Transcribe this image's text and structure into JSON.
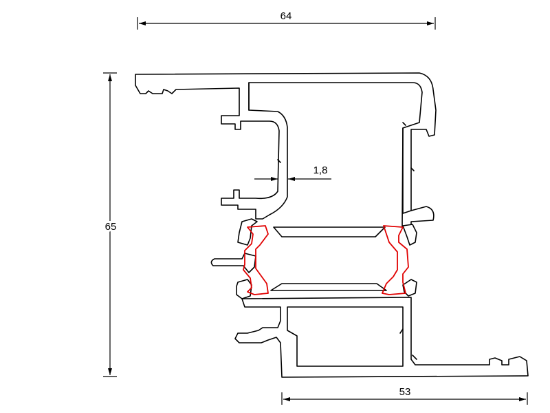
{
  "dimensions": {
    "overall_width": "64",
    "overall_height": "65",
    "wall_thickness": "1,8",
    "bottom_width": "53"
  },
  "colors": {
    "profile_stroke": "#000000",
    "thermal_break": "#e00000",
    "background": "#ffffff"
  }
}
